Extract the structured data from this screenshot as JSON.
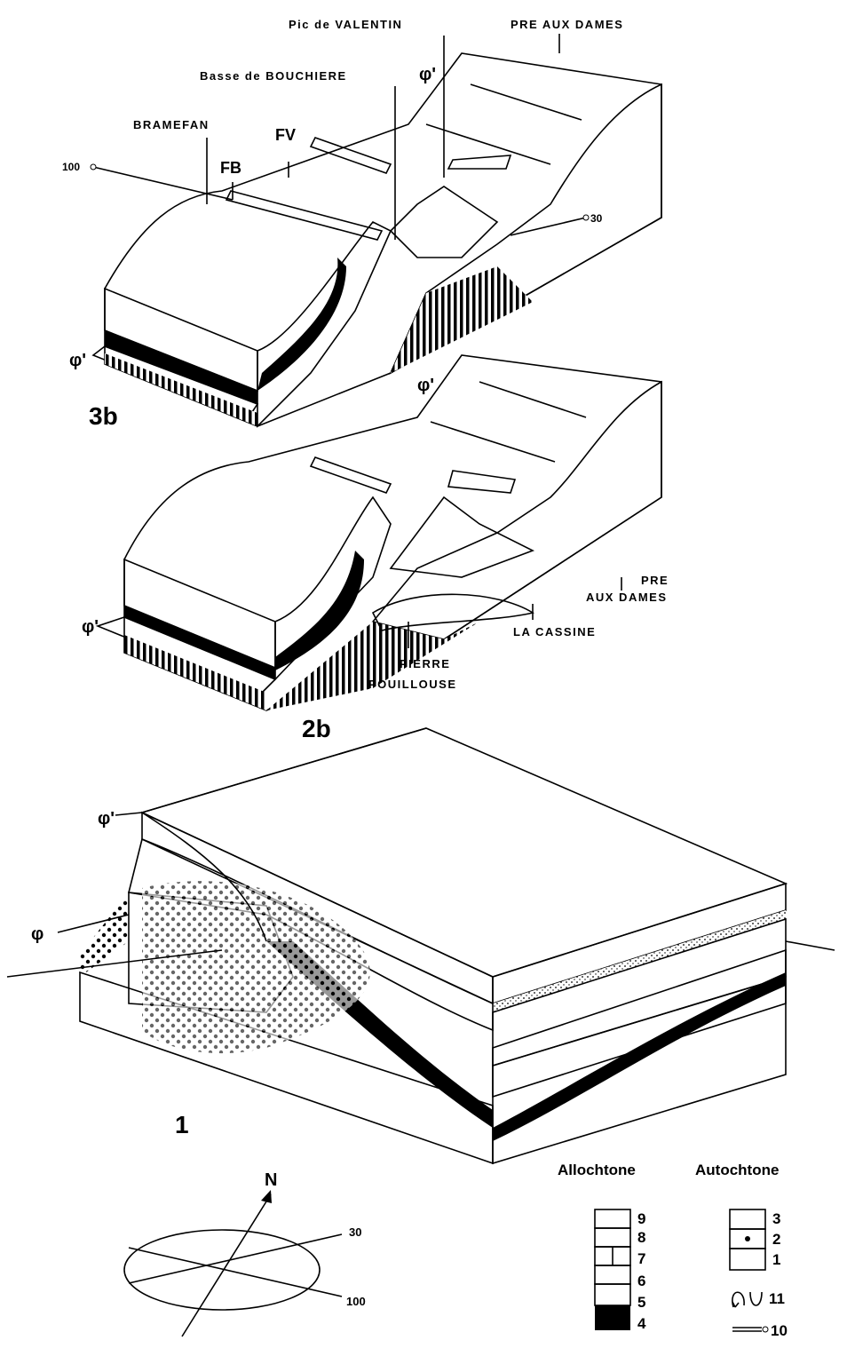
{
  "diagrams": [
    {
      "id": "3b",
      "label": "3b",
      "place_names": {
        "pic_valentin": "Pic de VALENTIN",
        "pre_aux_dames": "PRE AUX DAMES",
        "basse_bouchiere": "Basse de BOUCHIERE",
        "bramefan": "BRAMEFAN",
        "fv": "FV",
        "fb": "FB",
        "phi_prime": "φ'",
        "phi_prime_left": "φ'",
        "axis_100": "100",
        "axis_30": "30"
      }
    },
    {
      "id": "2b",
      "label": "2b",
      "place_names": {
        "phi_prime_top": "φ'",
        "phi_prime_left": "φ'",
        "pre": "PRE",
        "aux_dames": "AUX DAMES",
        "la_cassine": "LA CASSINE",
        "pierre": "PIERRE",
        "pouillouse": "POUILLOUSE"
      }
    },
    {
      "id": "1",
      "label": "1",
      "place_names": {
        "phi_prime": "φ'",
        "phi": "φ"
      }
    }
  ],
  "compass": {
    "north": "N",
    "axis_30": "30",
    "axis_100": "100"
  },
  "legend": {
    "allochtone_title": "Allochtone",
    "autochtone_title": "Autochtone",
    "allochtone": [
      "9",
      "8",
      "7",
      "6",
      "5",
      "4"
    ],
    "autochtone": [
      "3",
      "2",
      "1"
    ],
    "fold_symbol": "11",
    "section_line": "10"
  }
}
